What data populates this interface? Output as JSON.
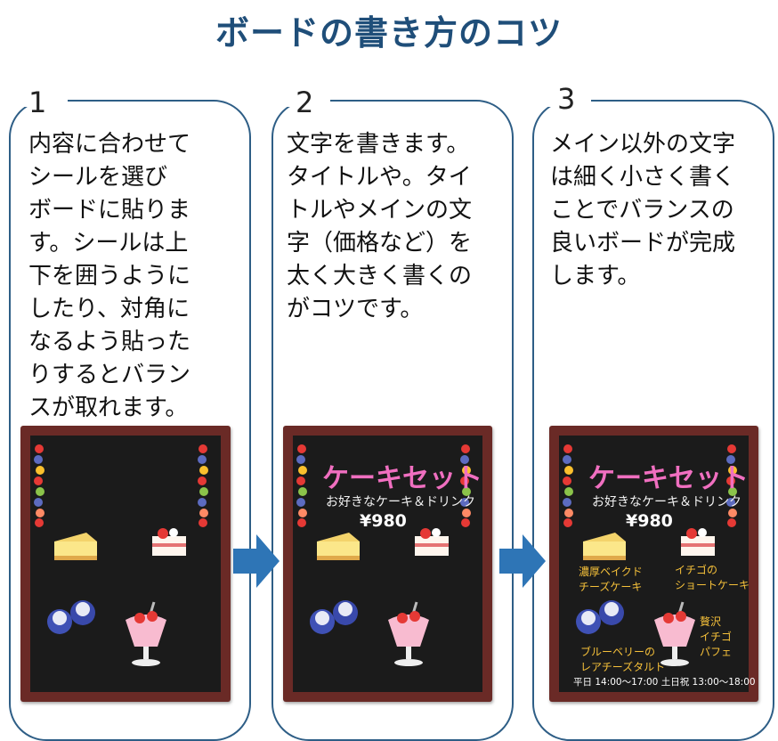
{
  "title": "ボードの書き方のコツ",
  "steps": [
    {
      "number": "1",
      "text": "内容に合わせて\nシールを選び\nボードに貼りま\nす。シールは上\n下を囲うように\nしたり、対角に\nなるよう貼った\nりするとバラン\nスが取れます。"
    },
    {
      "number": "2",
      "text": "文字を書きます。\nタイトルや。タイ\nトルやメインの文\n字（価格など）を\n太く大きく書くの\nがコツです。"
    },
    {
      "number": "3",
      "text": "メイン以外の文字\nは細く小さく書く\nことでバランスの\n良いボードが完成\nします。"
    }
  ],
  "board": {
    "title": "ケーキセット",
    "subtitle": "お好きなケーキ＆ドリンク",
    "price": "¥980",
    "labels": {
      "cheesecake": "濃厚ベイクド\nチーズケーキ",
      "shortcake": "イチゴの\nショートケーキ",
      "blueberry_tart": "ブルーベリーの\nレアチーズタルト",
      "parfait": "贅沢\nイチゴ\nパフェ"
    },
    "hours": "平日 14:00～17:00  土日祝 13:00～18:00"
  },
  "colors": {
    "title": "#1f4e79",
    "panel_border": "#2e5e86",
    "arrow": "#2e75b6",
    "chalk_pink": "#f06fc0",
    "chalk_yellow": "#f5c03a",
    "frame": "#6a2a26"
  },
  "icons": [
    "right-arrow-icon",
    "cheesecake-sticker",
    "shortcake-sticker",
    "blueberry-tart-sticker",
    "parfait-sticker",
    "fruit-garland-sticker"
  ]
}
